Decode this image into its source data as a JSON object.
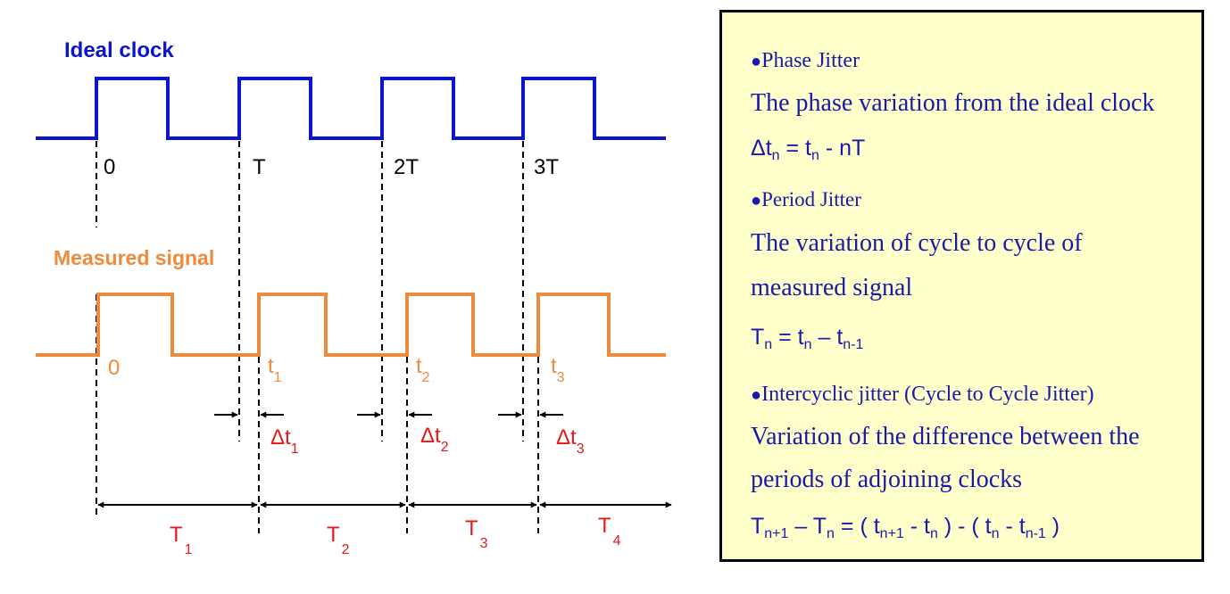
{
  "diagram": {
    "ideal_clock_label": "Ideal clock",
    "measured_signal_label": "Measured signal",
    "ideal_ticks": [
      "0",
      "T",
      "2T",
      "3T"
    ],
    "measured_ticks": [
      {
        "text": "0",
        "sub": ""
      },
      {
        "text": "t",
        "sub": "1"
      },
      {
        "text": "t",
        "sub": "2"
      },
      {
        "text": "t",
        "sub": "3"
      }
    ],
    "deltas": [
      {
        "text": "Δt",
        "sub": "1"
      },
      {
        "text": "Δt",
        "sub": "2"
      },
      {
        "text": "Δt",
        "sub": "3"
      }
    ],
    "periods": [
      {
        "text": "T",
        "sub": "1"
      },
      {
        "text": "T",
        "sub": "2"
      },
      {
        "text": "T",
        "sub": "3"
      },
      {
        "text": "T",
        "sub": "4"
      }
    ],
    "colors": {
      "ideal_clock": "#0a14c8",
      "measured_signal": "#ee8a3c",
      "delta_label": "#e81818",
      "tick_label": "#000000"
    }
  },
  "panel": {
    "phase_jitter": {
      "bullet": "●",
      "title": "Phase Jitter",
      "description": "The phase variation from the ideal clock",
      "formula": {
        "a": "Δt",
        "a_sub": "n",
        "eq": " = t",
        "b_sub": "n",
        "rest": " - nT"
      }
    },
    "period_jitter": {
      "bullet": "●",
      "title": "Period Jitter",
      "description_line1": "The variation of cycle to cycle of",
      "description_line2": "measured signal",
      "formula": {
        "a": "T",
        "a_sub": "n",
        "eq": " = t",
        "b_sub": "n",
        "mid": " – t",
        "c_sub": "n-1"
      }
    },
    "intercyclic_jitter": {
      "bullet": "●",
      "title": "Intercyclic jitter (Cycle to Cycle Jitter)",
      "description_line1": "Variation of the difference between the",
      "description_line2": "periods of adjoining clocks",
      "formula": {
        "p1": "T",
        "s1": "n+1",
        "p2": " – T",
        "s2": "n",
        "p3": " = ( t",
        "s3": "n+1",
        "p4": " - t",
        "s4": "n",
        "p5": " ) - ( t",
        "s5": "n",
        "p6": " - t",
        "s6": "n-1",
        "p7": " )"
      }
    },
    "colors": {
      "background": "#ffffcc",
      "text": "#1a1aa6",
      "border": "#000000"
    }
  }
}
